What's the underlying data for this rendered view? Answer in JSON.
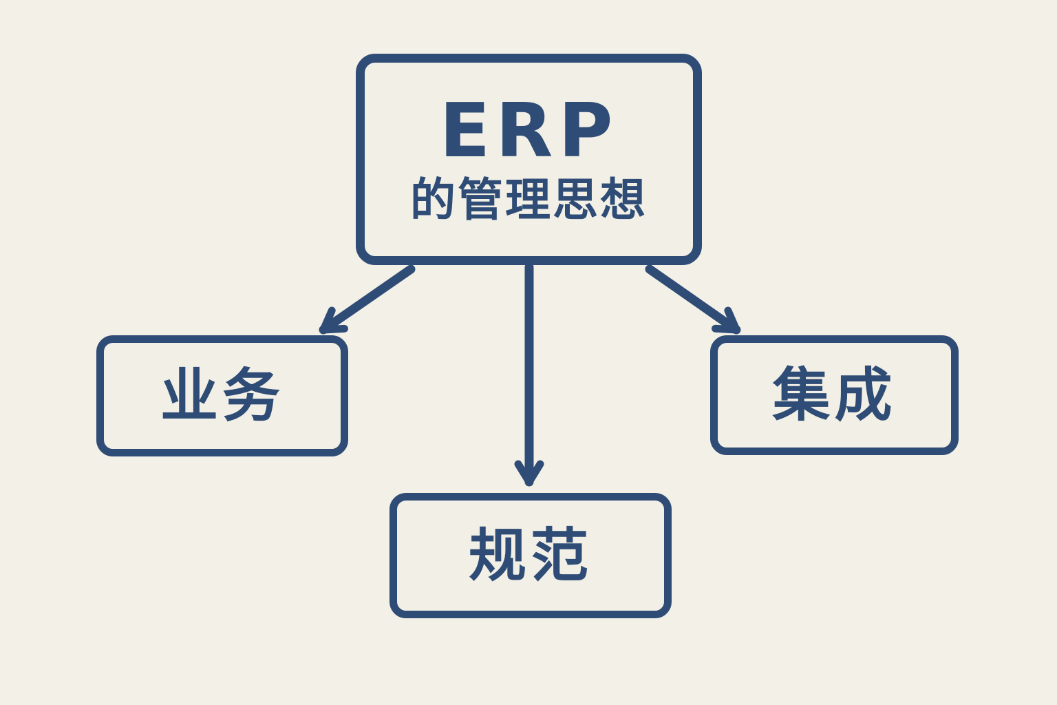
{
  "diagram": {
    "type": "flowchart",
    "background_color": "#f3f0e7",
    "accent_color": "#2e4c75",
    "root": {
      "title_line1": "ERP",
      "title_line2": "的管理思想"
    },
    "children": [
      {
        "id": "business",
        "label": "业务"
      },
      {
        "id": "standard",
        "label": "规范"
      },
      {
        "id": "integration",
        "label": "集成"
      }
    ],
    "edges": [
      {
        "from": "root",
        "to": "business"
      },
      {
        "from": "root",
        "to": "standard"
      },
      {
        "from": "root",
        "to": "integration"
      }
    ]
  }
}
